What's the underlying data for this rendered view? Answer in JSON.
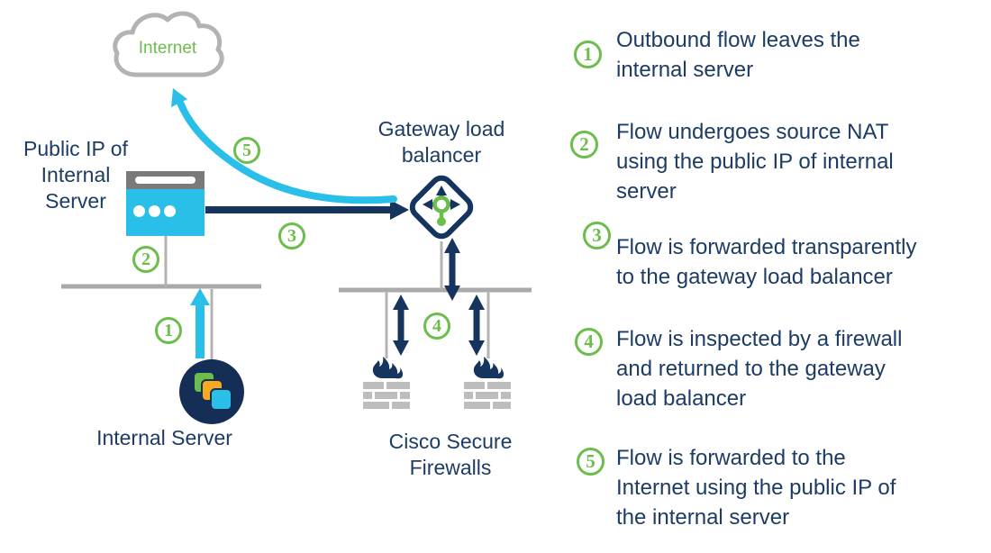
{
  "colors": {
    "navy": "#16355E",
    "text_navy": "#1D3C65",
    "cyan": "#29BFE8",
    "green": "#6CBE4C",
    "gray_line": "#A9A9A9",
    "server_bar_gray": "#7A7A7A",
    "brick_gray": "#BDBDBD",
    "orange": "#F9A823",
    "circle_navy": "#152E55"
  },
  "icons": {
    "cloud": "internet-cloud-icon",
    "server": "public-ip-server-icon",
    "gateway": "gateway-load-balancer-icon",
    "internal_server": "internal-server-app-icon",
    "firewall": "firewall-brick-flame-icon"
  },
  "diagram": {
    "internet_label": "Internet",
    "public_ip_label": "Public IP of\nInternal\nServer",
    "gateway_label": "Gateway load\nbalancer",
    "internal_server_label": "Internal Server",
    "firewalls_label": "Cisco Secure\nFirewalls"
  },
  "steps": [
    {
      "num": "1",
      "text": "Outbound flow leaves the\ninternal server"
    },
    {
      "num": "2",
      "text": "Flow undergoes source NAT\nusing the public IP of internal\nserver"
    },
    {
      "num": "3",
      "text": "Flow is forwarded transparently\nto the gateway load balancer"
    },
    {
      "num": "4",
      "text": "Flow is inspected by a firewall\nand returned to the gateway\nload balancer"
    },
    {
      "num": "5",
      "text": "Flow is forwarded to the\nInternet using the public IP of\nthe internal server"
    }
  ]
}
